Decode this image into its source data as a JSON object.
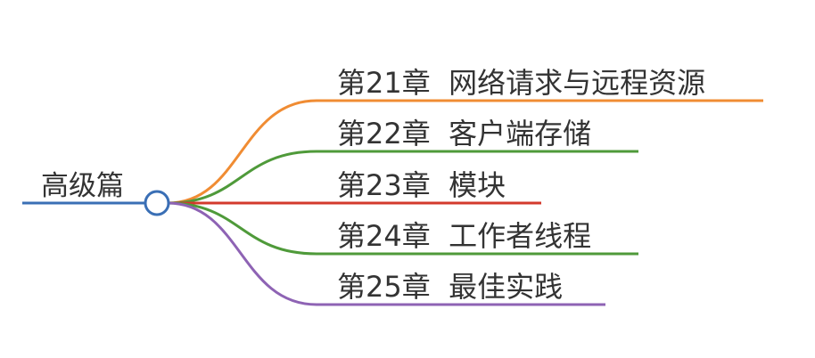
{
  "root": {
    "label": "高级篇",
    "color": "#3a6fb5"
  },
  "branches": [
    {
      "label": "第21章  网络请求与远程资源",
      "color": "#f08c33"
    },
    {
      "label": "第22章  客户端存储",
      "color": "#4f9a3a"
    },
    {
      "label": "第23章  模块",
      "color": "#d33a2c"
    },
    {
      "label": "第24章  工作者线程",
      "color": "#4f9a3a"
    },
    {
      "label": "第25章  最佳实践",
      "color": "#8e63b4"
    }
  ]
}
